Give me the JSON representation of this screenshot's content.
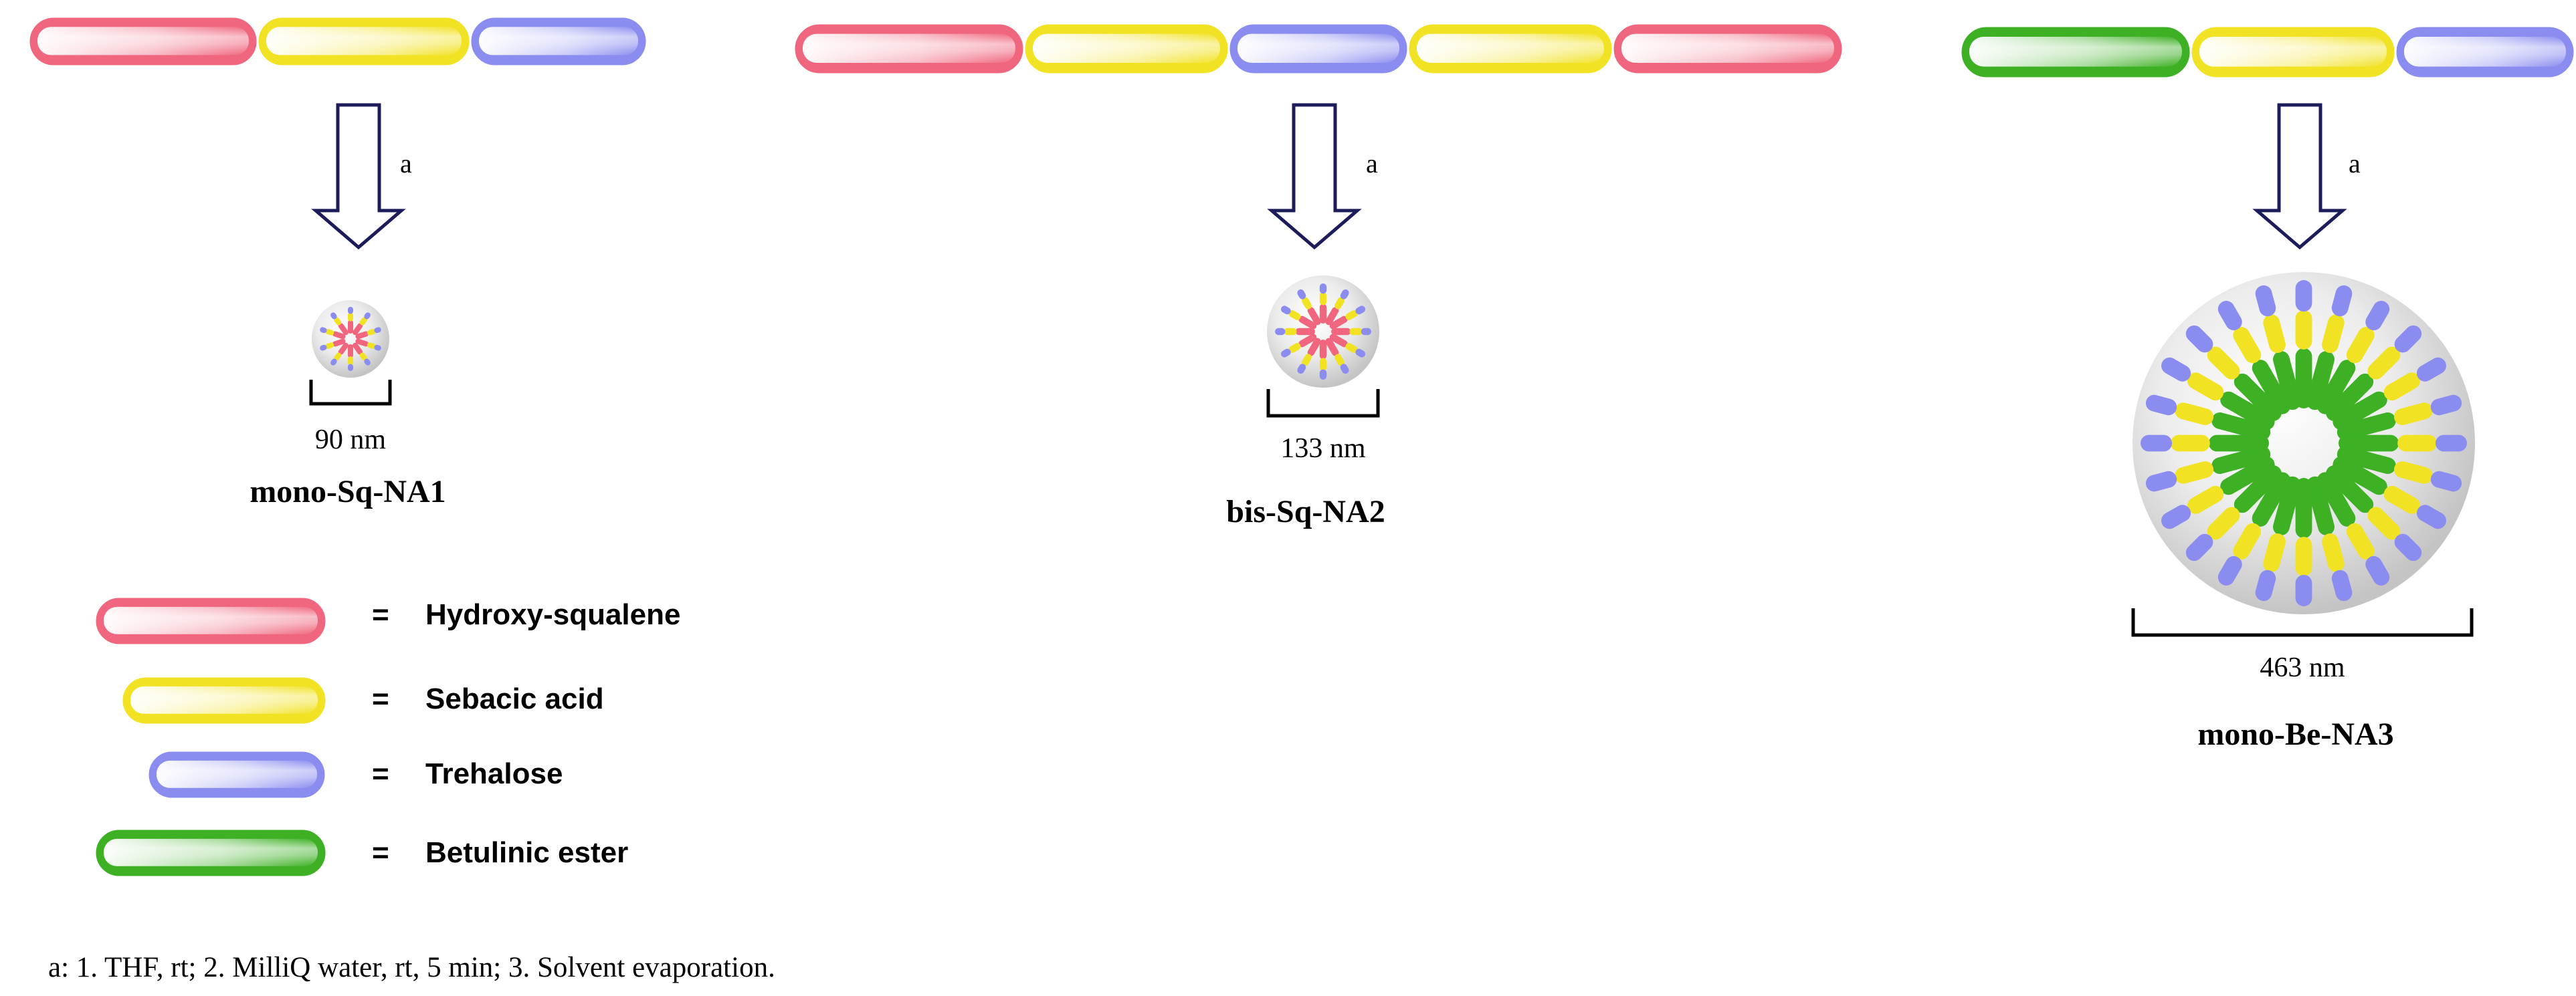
{
  "colors": {
    "hydroxy_squalene": "#f0667e",
    "sebacic_acid": "#f2e224",
    "trehalose": "#8a8cf0",
    "betulinic_ester": "#3db024",
    "arrow": "#1c1c5a",
    "sphere": "#d8d8d8"
  },
  "step_label": "a",
  "panels": [
    {
      "id": "mono-Sq-NA1",
      "chain": [
        "hydroxy_squalene",
        "sebacic_acid",
        "trehalose"
      ],
      "size_label": "90 nm",
      "name": "mono-Sq-NA1",
      "core": "hydroxy_squalene",
      "rays": 10
    },
    {
      "id": "bis-Sq-NA2",
      "chain": [
        "hydroxy_squalene",
        "sebacic_acid",
        "trehalose",
        "sebacic_acid",
        "hydroxy_squalene"
      ],
      "size_label": "133 nm",
      "name": "bis-Sq-NA2",
      "core": "hydroxy_squalene",
      "rays": 12
    },
    {
      "id": "mono-Be-NA3",
      "chain": [
        "betulinic_ester",
        "sebacic_acid",
        "trehalose"
      ],
      "size_label": "463 nm",
      "name": "mono-Be-NA3",
      "core": "betulinic_ester",
      "rays": 24
    }
  ],
  "legend": [
    {
      "key": "hydroxy_squalene",
      "eq": "=",
      "label": "Hydroxy-squalene"
    },
    {
      "key": "sebacic_acid",
      "eq": "=",
      "label": "Sebacic acid"
    },
    {
      "key": "trehalose",
      "eq": "=",
      "label": "Trehalose"
    },
    {
      "key": "betulinic_ester",
      "eq": "=",
      "label": "Betulinic ester"
    }
  ],
  "footnote": "a: 1. THF, rt; 2. MilliQ water, rt, 5 min; 3. Solvent evaporation."
}
